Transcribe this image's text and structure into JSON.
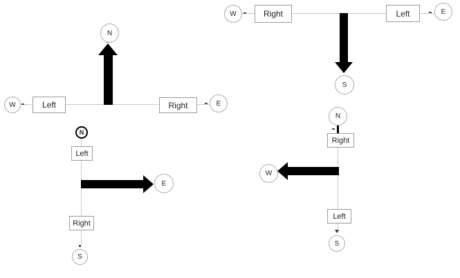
{
  "diagram": {
    "colors": {
      "background": "#ffffff",
      "shape_stroke": "#ababab",
      "box_stroke": "#9a9a9a",
      "connector_line": "#c9c9c9",
      "arrow_fill": "#000000",
      "text": "#1f1f1f"
    },
    "top_left": {
      "north": "N",
      "west": "W",
      "east": "E",
      "left": "Left",
      "right": "Right"
    },
    "top_right": {
      "west": "W",
      "east": "E",
      "south": "S",
      "right": "Right",
      "left": "Left"
    },
    "bottom_left": {
      "north": "N",
      "east": "E",
      "south": "S",
      "left": "Left",
      "right": "Right"
    },
    "bottom_right": {
      "north": "N",
      "west": "W",
      "south": "S",
      "right": "Right",
      "left": "Left"
    }
  }
}
